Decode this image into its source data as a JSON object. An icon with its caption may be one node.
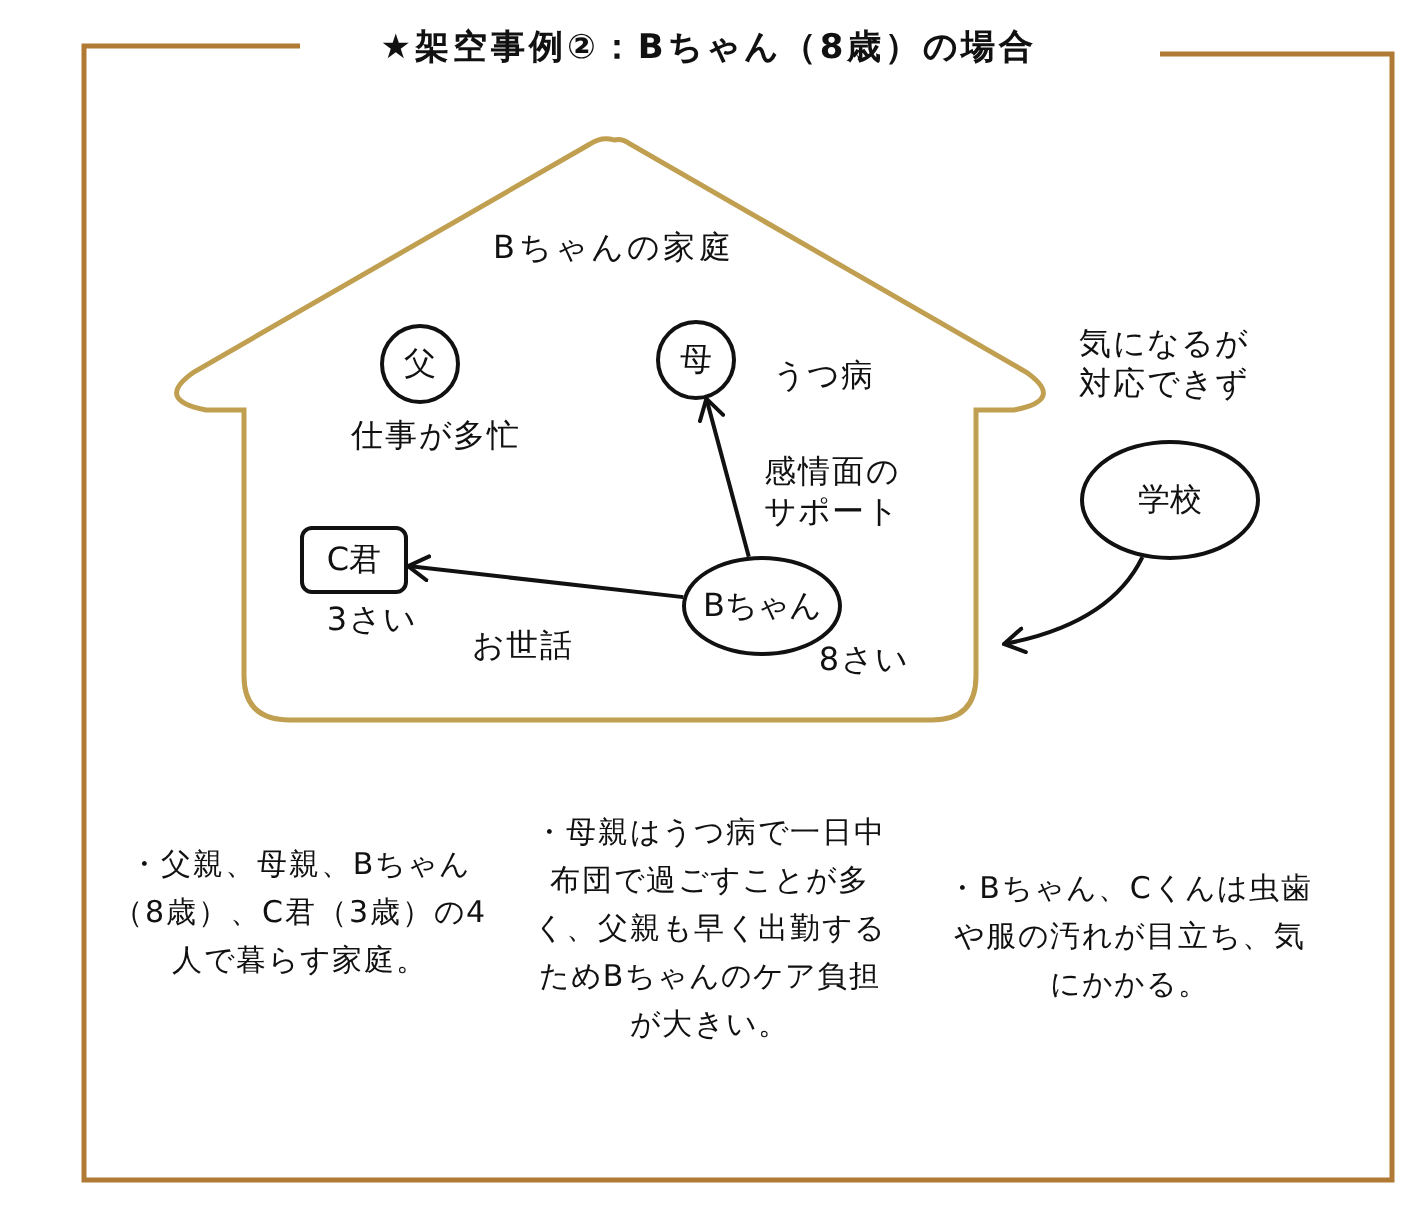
{
  "diagram": {
    "title": "★架空事例②：Bちゃん（8歳）の場合",
    "nodes": [
      {
        "text": [
          "Bちゃんの家庭"
        ]
      },
      {
        "text": [
          "父"
        ],
        "in": 0,
        "beside": [
          "仕事が多忙"
        ]
      },
      {
        "text": [
          "母"
        ],
        "in": 0,
        "beside": [
          "うつ病"
        ]
      },
      {
        "text": [
          "C君"
        ],
        "in": 0,
        "beside": [
          "3さい"
        ]
      },
      {
        "text": [
          "Bちゃん"
        ],
        "in": 0,
        "beside": [
          "8さい"
        ]
      },
      {
        "text": [
          "学校"
        ],
        "beside": [
          "気になるが対応できず"
        ]
      }
    ],
    "edges": [
      {
        "from": 4,
        "to": 2,
        "arrow": "to",
        "label": "感情面のサポート"
      },
      {
        "from": 4,
        "to": 3,
        "arrow": "to",
        "label": "お世話"
      },
      {
        "from": 5,
        "to": 0,
        "arrow": "to"
      }
    ],
    "labels": [
      "・父親、母親、Bちゃん（8歳）、C君（3歳）の4人で暮らす家庭。",
      "・母親はうつ病で一日中布団で過ごすことが多く、父親も早く出勤するためBちゃんのケア負担が大きい。",
      "・Bちゃん、Cくんは虫歯や服の汚れが目立ち、気にかかる。"
    ]
  }
}
